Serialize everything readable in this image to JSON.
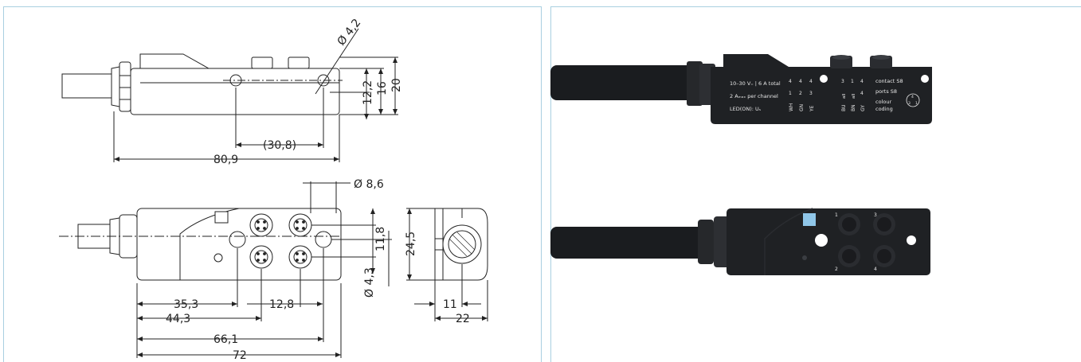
{
  "dimensions": {
    "hole_diameter_top": "Ø 4,2",
    "height_12_2": "12,2",
    "height_16": "16",
    "height_20": "20",
    "span_30_8": "(30,8)",
    "length_80_9": "80,9",
    "connector_diameter": "Ø 8,6",
    "pitch_11_8": "11,8",
    "width_24_5": "24,5",
    "hole_diameter_front": "Ø 4,3",
    "pos_35_3": "35,3",
    "pitch_12_8": "12,8",
    "pos_44_3": "44,3",
    "pos_66_1": "66,1",
    "length_72": "72",
    "side_11": "11",
    "side_22": "22"
  },
  "product_label": {
    "rating_line": "10–30 V₌ | 6 A total",
    "channel_line": "2 Aₘₐₓ per channel",
    "led_line": "LED(ON): Uₛ",
    "pin_cols": [
      {
        "top": "4",
        "mid": "1",
        "bot": "WH"
      },
      {
        "top": "4",
        "mid": "2",
        "bot": "GN"
      },
      {
        "top": "4",
        "mid": "3",
        "bot": "YE"
      }
    ],
    "right_cols": [
      {
        "top": "3",
        "mid": "all",
        "bot": "BU"
      },
      {
        "top": "1",
        "mid": "all",
        "bot": "BN"
      },
      {
        "top": "4",
        "mid": "4",
        "bot": "GY"
      }
    ],
    "contact": "contact S8",
    "ports": "ports S8",
    "colour": "colour",
    "coding": "coding",
    "coding_pins": [
      "4",
      "3",
      "1"
    ]
  },
  "port_numbers": [
    "1",
    "2",
    "3",
    "4"
  ],
  "colors": {
    "line": "#222222",
    "frame": "#a9cfe0",
    "product_body": "#1f2124",
    "led": "#8fc6e8"
  }
}
